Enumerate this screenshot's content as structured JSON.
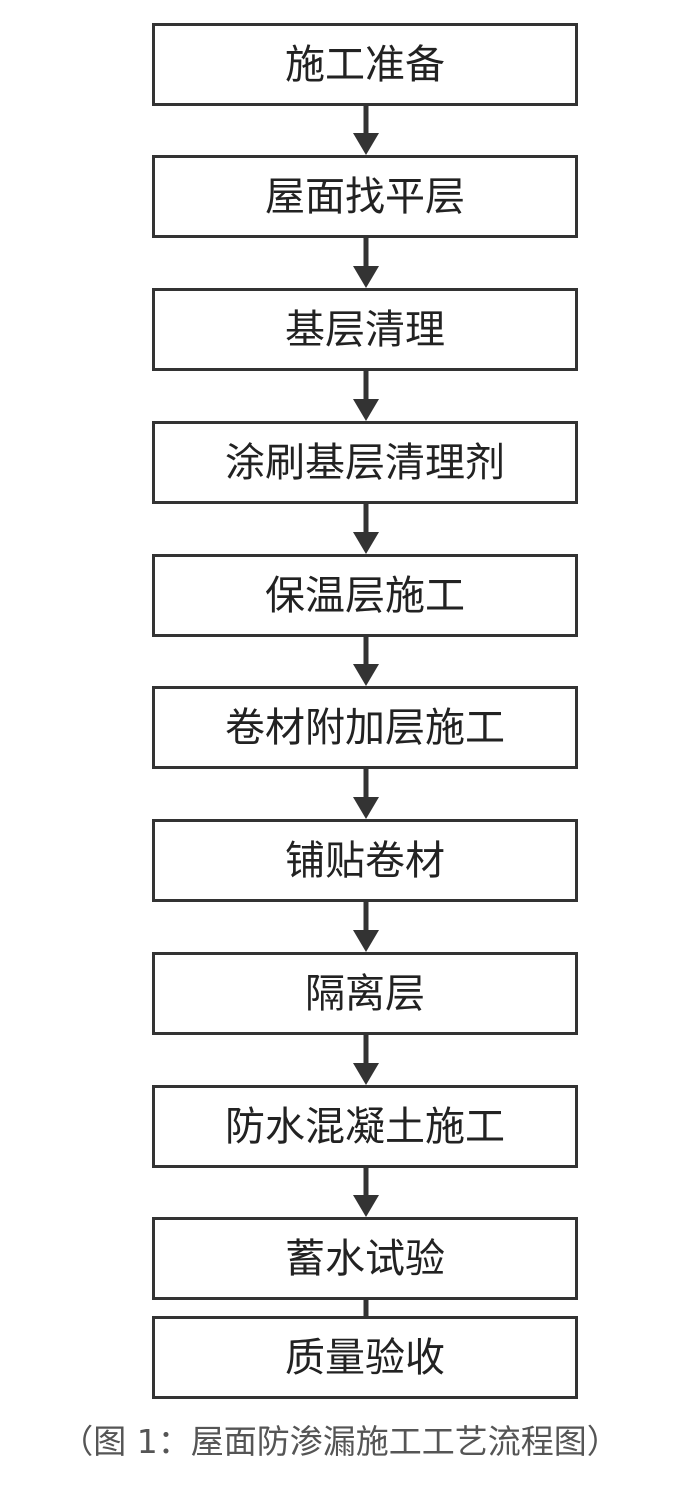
{
  "flowchart": {
    "steps": [
      "施工准备",
      "屋面找平层",
      "基层清理",
      "涂刷基层清理剂",
      "保温层施工",
      "卷材附加层施工",
      "铺贴卷材",
      "隔离层",
      "防水混凝土施工",
      "蓄水试验",
      "质量验收"
    ],
    "caption": "（图 1：屋面防渗漏施工工艺流程图）"
  }
}
